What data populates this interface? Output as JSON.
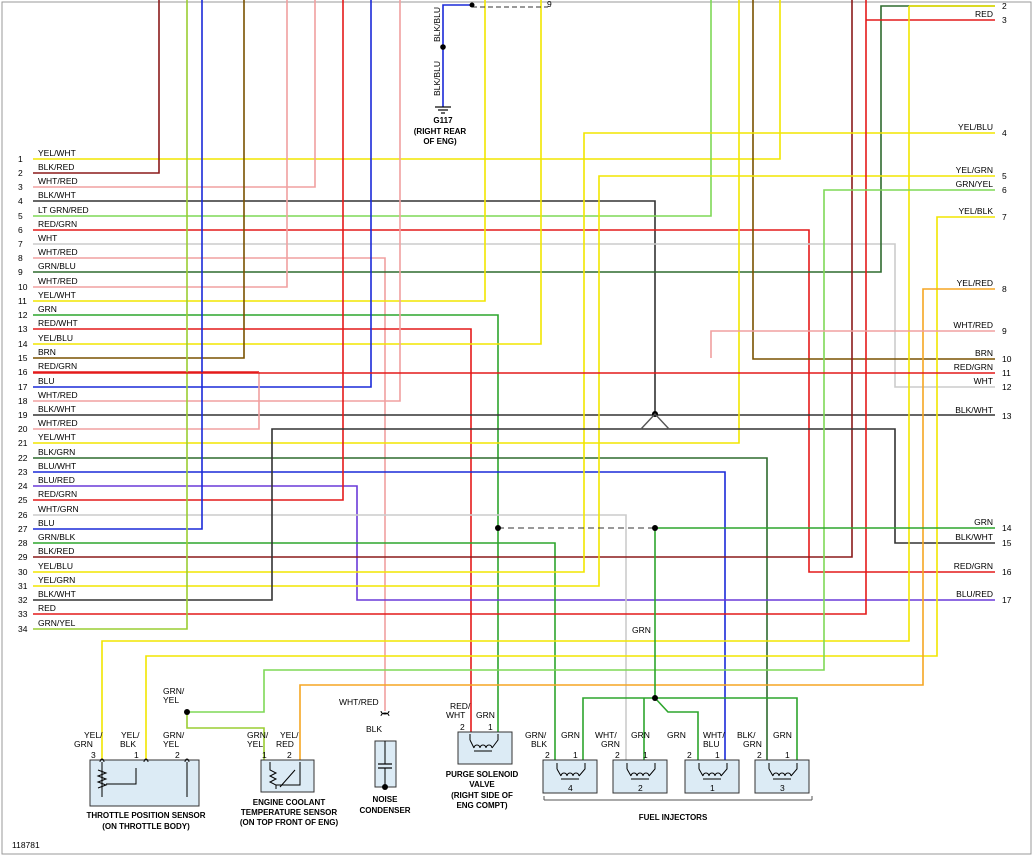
{
  "figure_id": "118781",
  "colors": {
    "YEL": "#f2e600",
    "RED": "#e41a1a",
    "BLK": "#333333",
    "WHT": "#cccccc",
    "GRN": "#2da52d",
    "BLU": "#1a2ad8",
    "BRN": "#7a5200",
    "PINK": "#f0a0a0",
    "ORG": "#f5a623",
    "LTGRN": "#7ed957",
    "DKRED": "#8b1a1a",
    "PUR": "#6a3ad8",
    "DKGRN": "#2e6b2e",
    "GRNYEL": "#9acd32"
  },
  "left_rows": [
    {
      "num": "1",
      "label": "YEL/WHT"
    },
    {
      "num": "2",
      "label": "BLK/RED"
    },
    {
      "num": "3",
      "label": "WHT/RED"
    },
    {
      "num": "4",
      "label": "BLK/WHT"
    },
    {
      "num": "5",
      "label": "LT GRN/RED"
    },
    {
      "num": "6",
      "label": "RED/GRN"
    },
    {
      "num": "7",
      "label": "WHT"
    },
    {
      "num": "8",
      "label": "WHT/RED"
    },
    {
      "num": "9",
      "label": "GRN/BLU"
    },
    {
      "num": "10",
      "label": "WHT/RED"
    },
    {
      "num": "11",
      "label": "YEL/WHT"
    },
    {
      "num": "12",
      "label": "GRN"
    },
    {
      "num": "13",
      "label": "RED/WHT"
    },
    {
      "num": "14",
      "label": "YEL/BLU"
    },
    {
      "num": "15",
      "label": "BRN"
    },
    {
      "num": "16",
      "label": "RED/GRN"
    },
    {
      "num": "17",
      "label": "BLU"
    },
    {
      "num": "18",
      "label": "WHT/RED"
    },
    {
      "num": "19",
      "label": "BLK/WHT"
    },
    {
      "num": "20",
      "label": "WHT/RED"
    },
    {
      "num": "21",
      "label": "YEL/WHT"
    },
    {
      "num": "22",
      "label": "BLK/GRN"
    },
    {
      "num": "23",
      "label": "BLU/WHT"
    },
    {
      "num": "24",
      "label": "BLU/RED"
    },
    {
      "num": "25",
      "label": "RED/GRN"
    },
    {
      "num": "26",
      "label": "WHT/GRN"
    },
    {
      "num": "27",
      "label": "BLU"
    },
    {
      "num": "28",
      "label": "GRN/BLK"
    },
    {
      "num": "29",
      "label": "BLK/RED"
    },
    {
      "num": "30",
      "label": "YEL/BLU"
    },
    {
      "num": "31",
      "label": "YEL/GRN"
    },
    {
      "num": "32",
      "label": "BLK/WHT"
    },
    {
      "num": "33",
      "label": "RED"
    },
    {
      "num": "34",
      "label": "GRN/YEL"
    }
  ],
  "right_rows": [
    {
      "num": "2",
      "label": ""
    },
    {
      "num": "3",
      "label": "RED"
    },
    {
      "num": "4",
      "label": "YEL/BLU"
    },
    {
      "num": "5",
      "label": "YEL/GRN"
    },
    {
      "num": "6",
      "label": "GRN/YEL"
    },
    {
      "num": "7",
      "label": "YEL/BLK"
    },
    {
      "num": "8",
      "label": "YEL/RED"
    },
    {
      "num": "9",
      "label": "WHT/RED"
    },
    {
      "num": "10",
      "label": "BRN"
    },
    {
      "num": "11",
      "label": "RED/GRN"
    },
    {
      "num": "12",
      "label": "WHT"
    },
    {
      "num": "13",
      "label": "BLK/WHT"
    },
    {
      "num": "14",
      "label": "GRN"
    },
    {
      "num": "15",
      "label": "BLK/WHT"
    },
    {
      "num": "16",
      "label": "RED/GRN"
    },
    {
      "num": "17",
      "label": "BLU/RED"
    }
  ],
  "ground": {
    "wire_label_a": "BLK/BLU",
    "wire_label_b": "BLK/BLU",
    "id": "G117",
    "loc1": "(RIGHT REAR",
    "loc2": "OF ENG)",
    "top_num": "9"
  },
  "mid_label_grn": "GRN",
  "components": {
    "tps": {
      "title1": "THROTTLE POSITION SENSOR",
      "title2": "(ON THROTTLE BODY)",
      "pins": [
        {
          "a": "YEL/",
          "b": "GRN",
          "pin": "3"
        },
        {
          "a": "YEL/",
          "b": "BLK",
          "pin": "1"
        },
        {
          "a": "GRN/",
          "b": "YEL",
          "pin": "2"
        }
      ],
      "splice_a": "GRN/",
      "splice_b": "YEL"
    },
    "ect": {
      "title1": "ENGINE COOLANT",
      "title2": "TEMPERATURE SENSOR",
      "title3": "(ON TOP FRONT OF ENG)",
      "pins": [
        {
          "a": "GRN/",
          "b": "YEL",
          "pin": "1"
        },
        {
          "a": "YEL/",
          "b": "RED",
          "pin": "2"
        }
      ]
    },
    "cond": {
      "title1": "NOISE",
      "title2": "CONDENSER",
      "wire_top": "WHT/RED",
      "wire_bot": "BLK"
    },
    "purge": {
      "title1": "PURGE SOLENOID",
      "title2": "VALVE",
      "title3": "(RIGHT SIDE OF",
      "title4": "ENG COMPT)",
      "pins": [
        {
          "a": "RED/",
          "b": "WHT",
          "pin": "2"
        },
        {
          "a": "GRN",
          "b": "",
          "pin": "1"
        }
      ]
    },
    "inj": {
      "title": "FUEL INJECTORS",
      "units": [
        {
          "num": "4",
          "w1a": "GRN/",
          "w1b": "BLK",
          "w2": "GRN"
        },
        {
          "num": "2",
          "w1a": "WHT/",
          "w1b": "GRN",
          "w2": "GRN"
        },
        {
          "num": "1",
          "w1a": "GRN",
          "w1b": "",
          "w2a": "WHT/",
          "w2b": "BLU"
        },
        {
          "num": "3",
          "w1a": "BLK/",
          "w1b": "GRN",
          "w2": "GRN"
        }
      ]
    }
  }
}
